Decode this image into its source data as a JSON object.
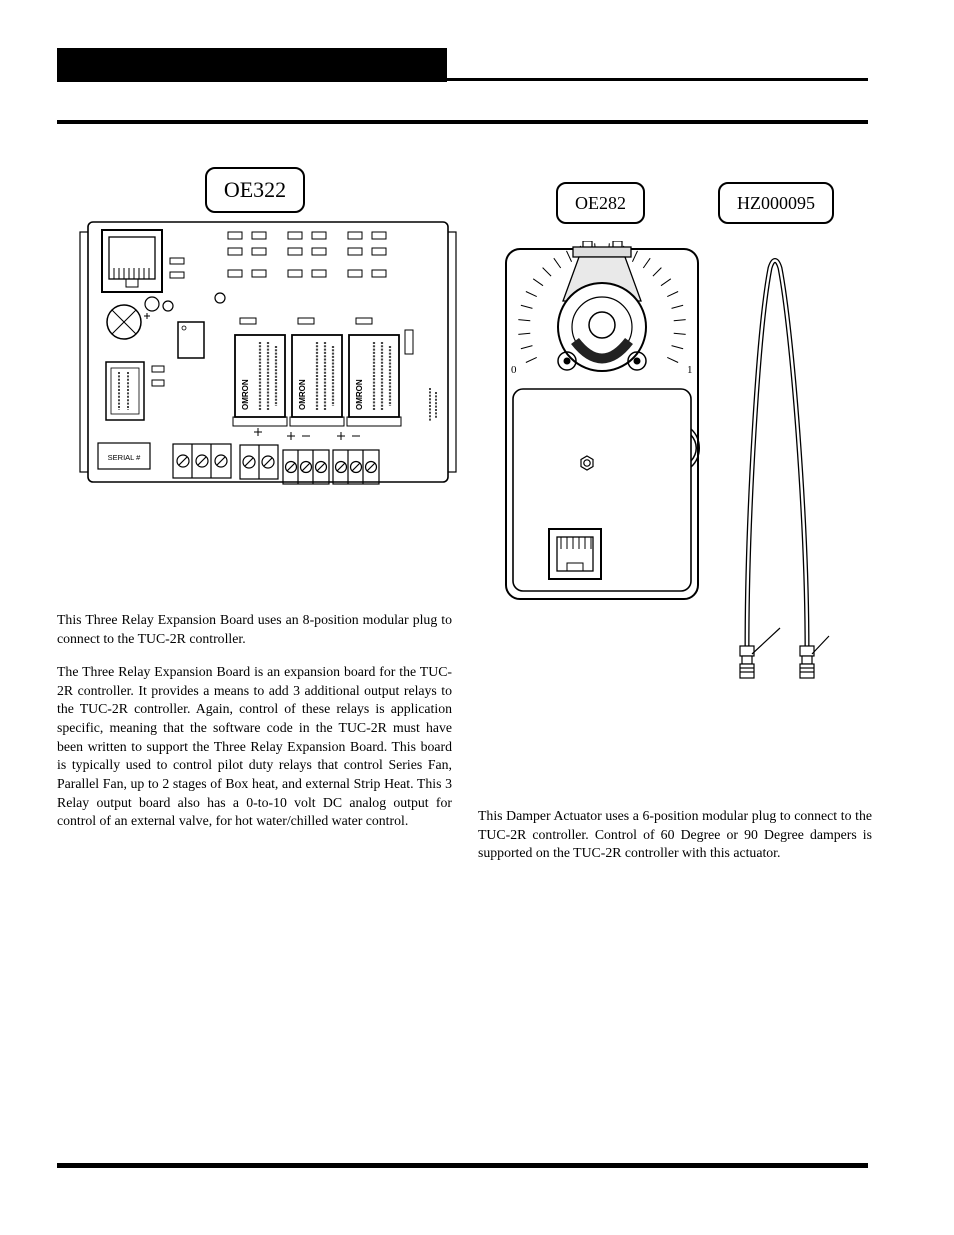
{
  "figure_labels": {
    "board": "OE322",
    "actuator": "OE282",
    "cable": "HZ000095"
  },
  "board": {
    "relay_brand": "OMRON",
    "serial_label": "SERIAL #"
  },
  "actuator": {
    "scale_0": "0",
    "scale_1": "1"
  },
  "left_column": {
    "para1": "This Three Relay Expansion Board uses an 8-position modular plug to connect to the TUC-2R controller.",
    "para2": "The Three Relay Expansion Board is an expansion board for the TUC-2R controller.  It provides a means to add 3 additional output relays to the TUC-2R controller.  Again, control of these relays is application specific, meaning that the software code in the TUC-2R must have been written to support the Three Relay Expansion Board. This board is typically used to control pilot duty relays that control Series Fan, Parallel Fan, up to 2 stages of Box heat, and external Strip Heat.  This 3 Relay output board also has a 0-to-10 volt DC analog output for control of an external valve, for hot water/chilled water control."
  },
  "right_column": {
    "para1": "This Damper Actuator uses a 6-position modular plug to connect to the TUC-2R controller.  Control of 60 Degree or 90 Degree dampers is supported on the TUC-2R controller with this actuator."
  }
}
